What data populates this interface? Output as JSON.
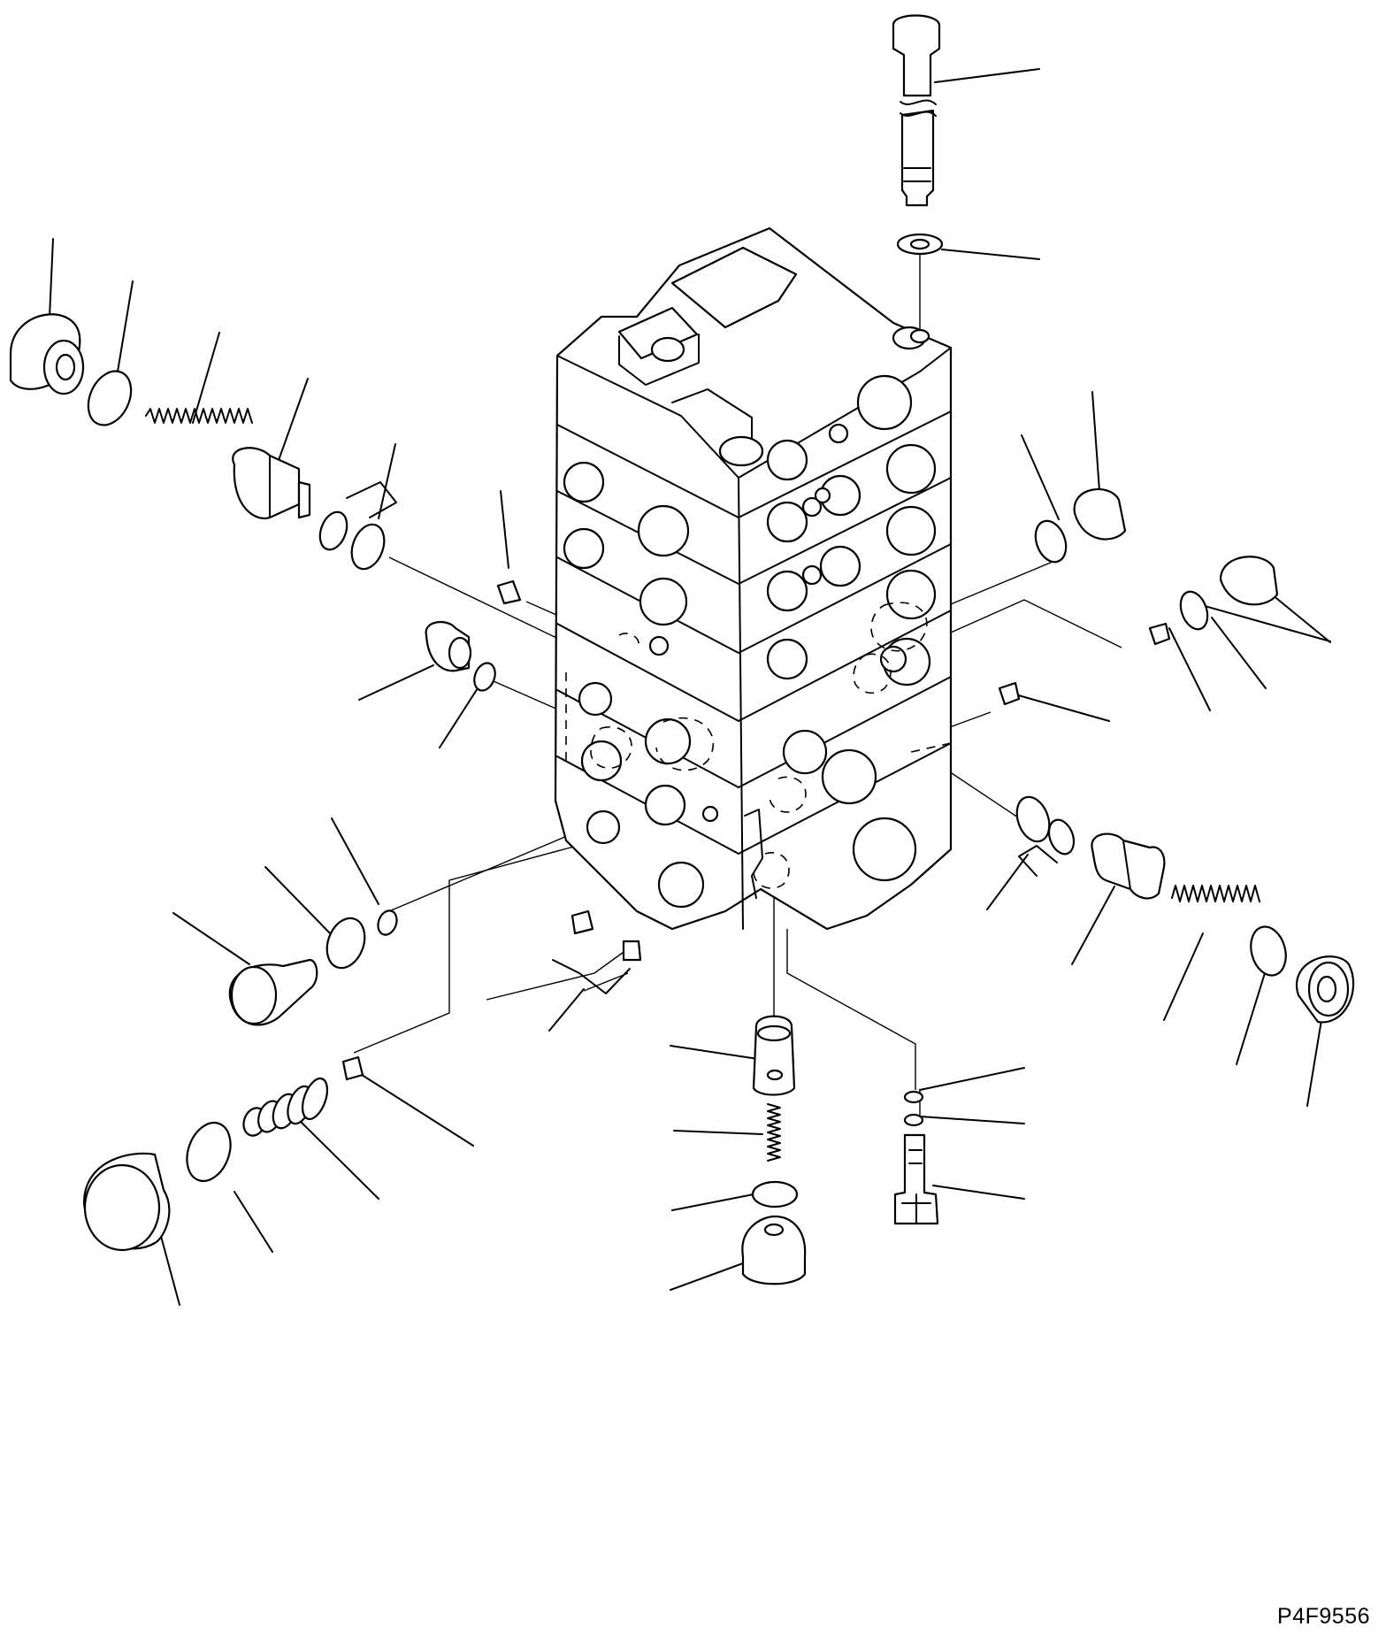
{
  "drawing": {
    "code": "P4F9556"
  },
  "parts": [
    {
      "id": "relief-bolt"
    },
    {
      "id": "washer"
    },
    {
      "id": "valve-body"
    },
    {
      "id": "left-relief-plug"
    },
    {
      "id": "left-relief-oring"
    },
    {
      "id": "left-relief-spring"
    },
    {
      "id": "left-relief-valve"
    },
    {
      "id": "left-oring-pair"
    },
    {
      "id": "left-small-plug"
    },
    {
      "id": "left-small-oring"
    },
    {
      "id": "top-orifice"
    },
    {
      "id": "right-upper-plug"
    },
    {
      "id": "right-upper-oring"
    },
    {
      "id": "right-plug"
    },
    {
      "id": "right-plug-oring"
    },
    {
      "id": "right-orifice"
    },
    {
      "id": "center-orifice"
    },
    {
      "id": "right-relief-valve"
    },
    {
      "id": "right-spring"
    },
    {
      "id": "right-plug-oring-lower"
    },
    {
      "id": "right-lower-plug"
    },
    {
      "id": "left-lower-plug"
    },
    {
      "id": "left-lower-oring"
    },
    {
      "id": "left-lower-oring-small"
    },
    {
      "id": "left-lower-orifice"
    },
    {
      "id": "orifice-pair"
    },
    {
      "id": "large-plug"
    },
    {
      "id": "large-oring"
    },
    {
      "id": "large-spring"
    },
    {
      "id": "check-valve-sleeve"
    },
    {
      "id": "check-spring"
    },
    {
      "id": "check-oring"
    },
    {
      "id": "check-plug"
    },
    {
      "id": "small-oring-top"
    },
    {
      "id": "small-oring-bottom"
    },
    {
      "id": "adjust-screw"
    }
  ]
}
